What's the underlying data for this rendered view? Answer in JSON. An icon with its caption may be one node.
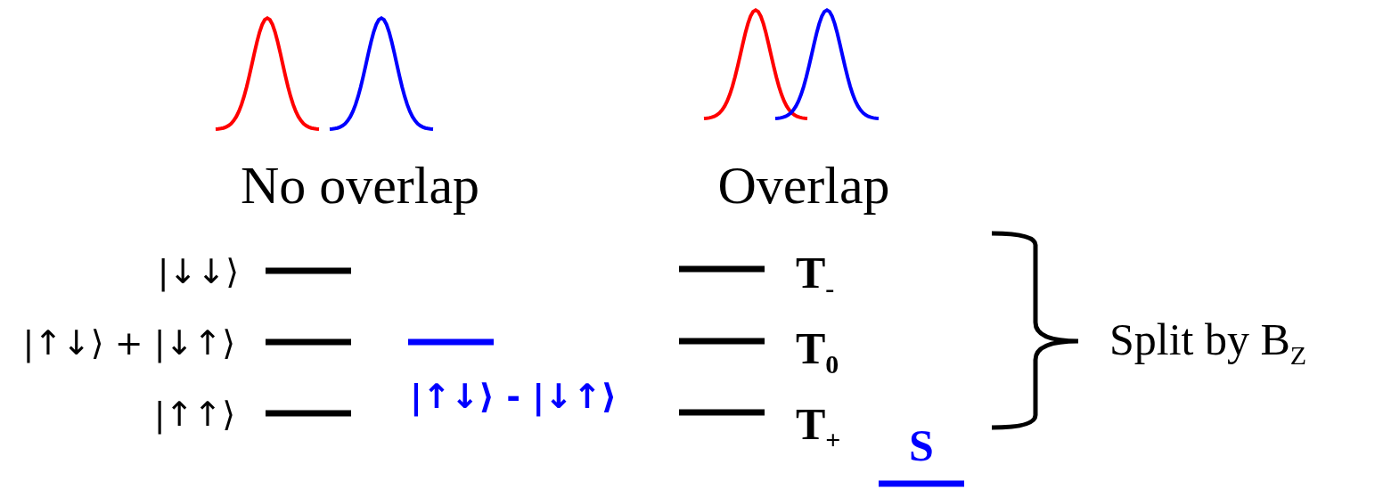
{
  "diagram": {
    "labels": [
      "No overlap",
      "Overlap",
      "|↓↓⟩",
      "|↑↓⟩ + |↓↑⟩",
      "|↑↑⟩",
      "|↑↓⟩ - |↓↑⟩",
      "T$_{-}$",
      "T$_{0}$",
      "T$_{+}$",
      "S",
      "Split by B$_{Z}$"
    ]
  }
}
